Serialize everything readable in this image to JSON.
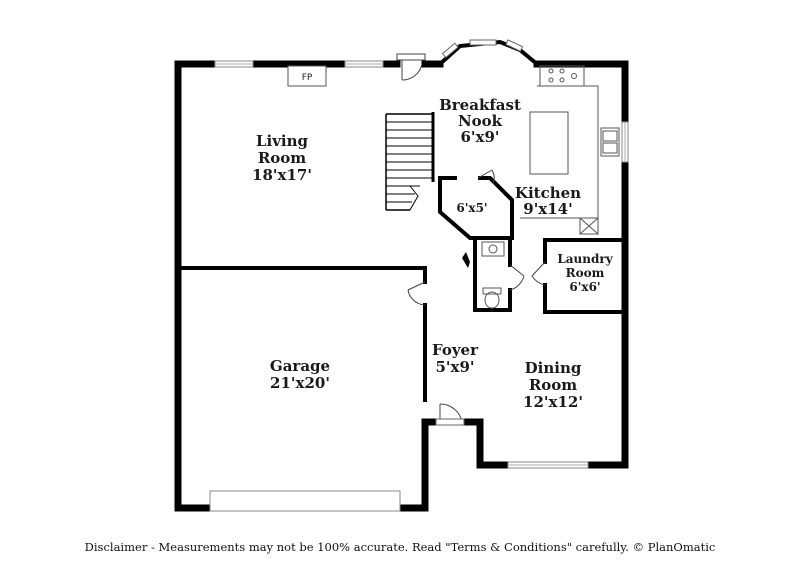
{
  "rooms": {
    "living": {
      "name_line1": "Living",
      "name_line2": "Room",
      "size": "18'x17'"
    },
    "breakfast": {
      "name_line1": "Breakfast",
      "name_line2": "Nook",
      "size": "6'x9'"
    },
    "kitchen": {
      "name": "Kitchen",
      "size": "9'x14'"
    },
    "pantry": {
      "size": "6'x5'"
    },
    "laundry": {
      "name_line1": "Laundry",
      "name_line2": "Room",
      "size": "6'x6'"
    },
    "garage": {
      "name": "Garage",
      "size": "21'x20'"
    },
    "foyer": {
      "name": "Foyer",
      "size": "5'x9'"
    },
    "dining": {
      "name_line1": "Dining",
      "name_line2": "Room",
      "size": "12'x12'"
    }
  },
  "fireplace_label": "FP",
  "disclaimer": "Disclaimer - Measurements may not be 100% accurate. Read \"Terms & Conditions\" carefully. © PlanOmatic"
}
